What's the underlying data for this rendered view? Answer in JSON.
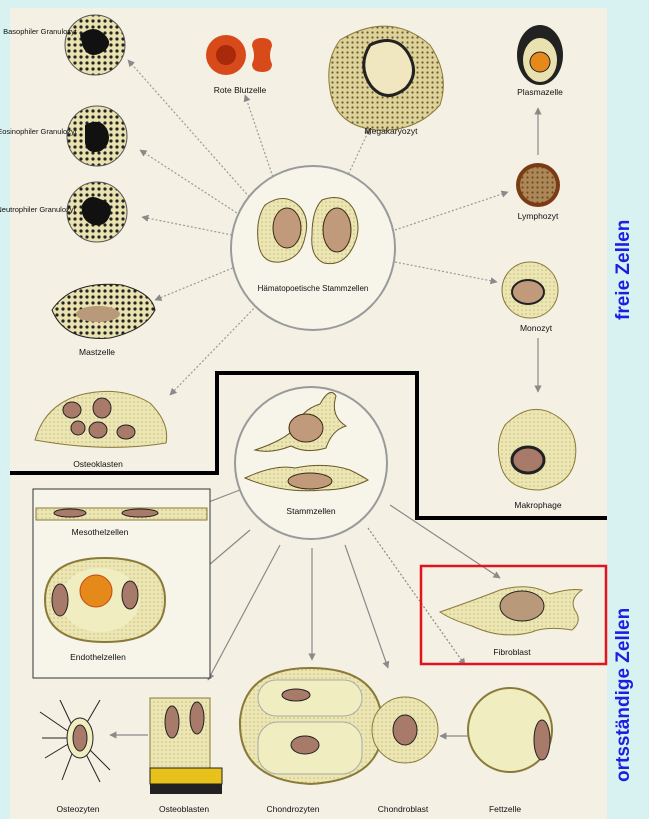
{
  "side_labels": {
    "free": "freie Zellen",
    "fixed": "ortsständige Zellen"
  },
  "centers": {
    "hsc": "Hämatopoetische Stammzellen",
    "stem": "Stammzellen"
  },
  "cells": {
    "basophil": "Basophiler Granulozyt",
    "rbc": "Rote Blutzelle",
    "megakaryocyte": "Megakaryozyt",
    "plasma": "Plasmazelle",
    "eosinophil": "Eosinophiler Granulozyt",
    "neutrophil": "Neutrophiler Granulozyt",
    "lymphocyte": "Lymphozyt",
    "mast": "Mastzelle",
    "monocyte": "Monozyt",
    "osteoclast": "Osteoklasten",
    "macrophage": "Makrophage",
    "mesothel": "Mesothelzellen",
    "endothel": "Endothelzellen",
    "fibroblast": "Fibroblast",
    "osteocyte": "Osteozyten",
    "osteoblast": "Osteoblasten",
    "chondrocyte": "Chondrozyten",
    "chondroblast": "Chondroblast",
    "fat": "Fettzelle"
  },
  "colors": {
    "side_label": "#1a1fe0",
    "highlight": "#e0141e",
    "divider": "#000000",
    "page_bg": "#d8f2f2"
  }
}
